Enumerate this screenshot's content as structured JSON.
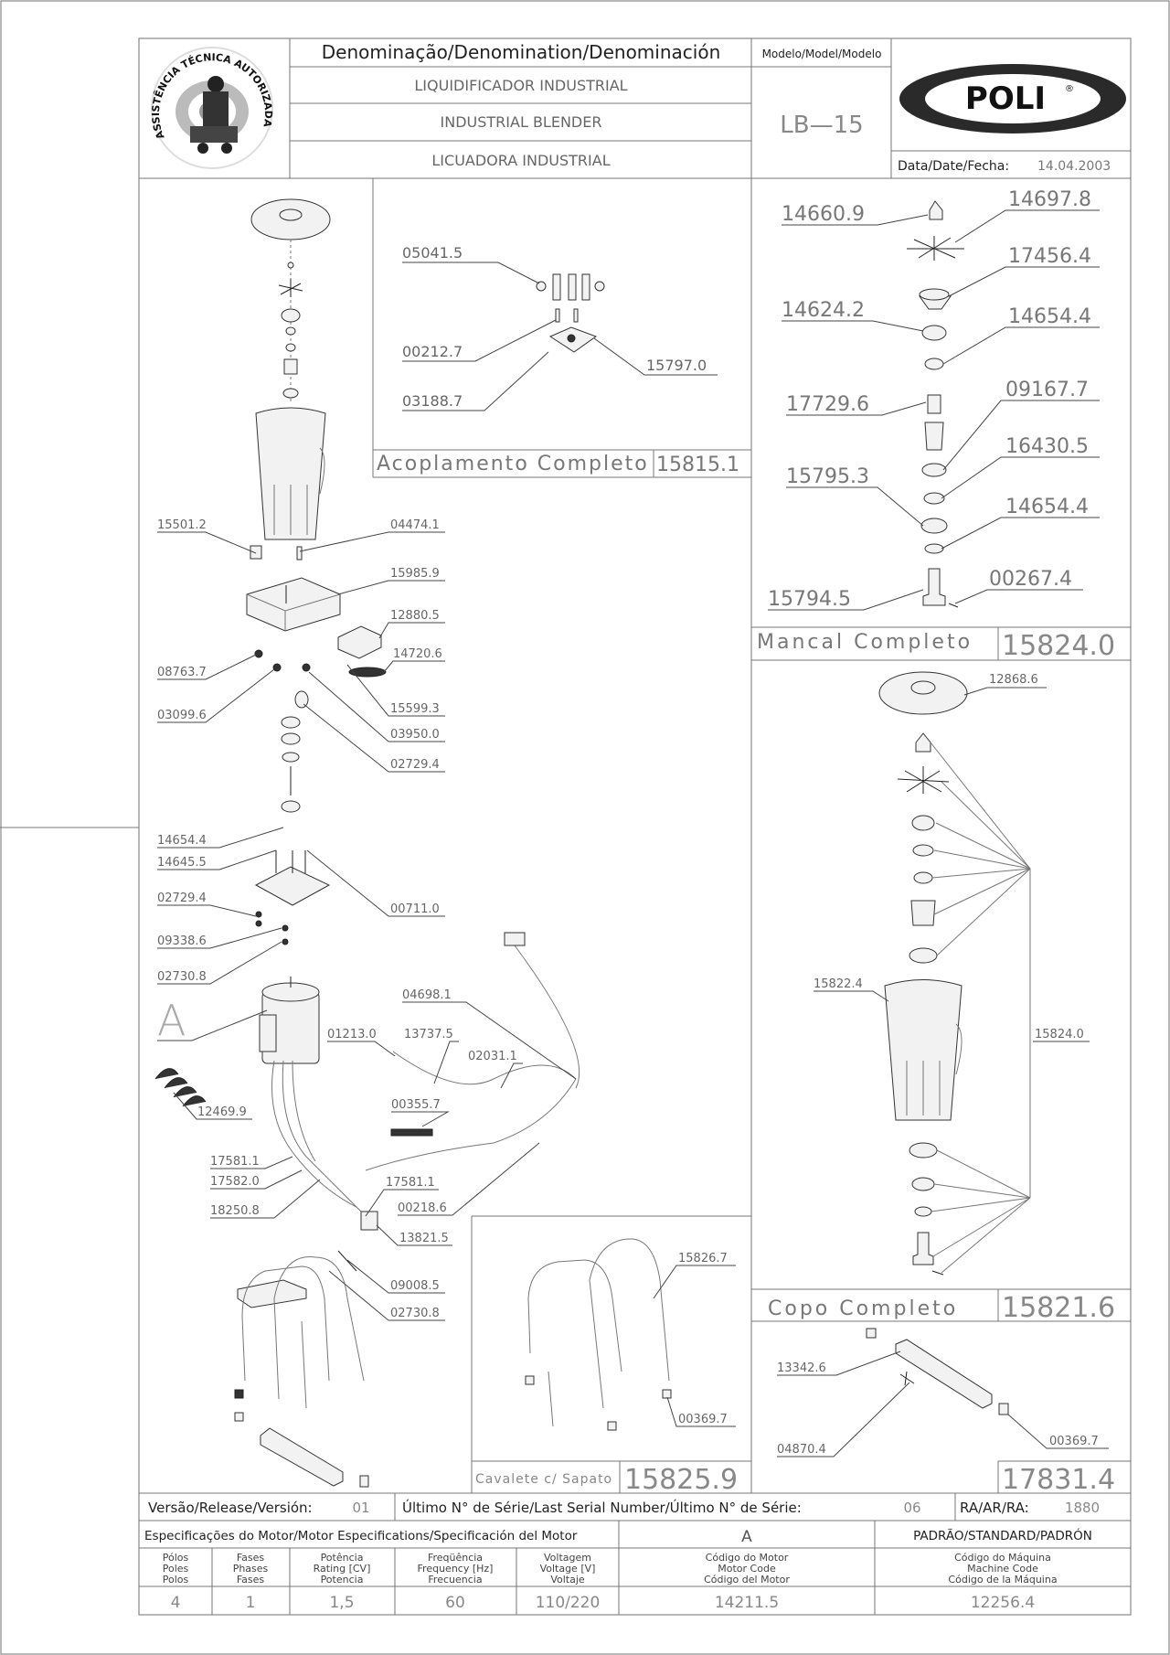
{
  "header": {
    "denomination_title": "Denominação/Denomination/Denominación",
    "model_title": "Modelo/Model/Modelo",
    "name_pt": "LIQUIDIFICADOR INDUSTRIAL",
    "name_en": "INDUSTRIAL BLENDER",
    "name_es": "LICUADORA INDUSTRIAL",
    "model": "LB—15",
    "brand": "POLI",
    "brand_mark": "®",
    "date_label": "Data/Date/Fecha:",
    "date": "14.04.2003",
    "seal_text": "ASSISTÊNCIA TÉCNICA AUTORIZADA"
  },
  "assemblies": {
    "coupling": {
      "title": "Acoplamento Completo",
      "code": "15815.1"
    },
    "bearing": {
      "title": "Mancal Completo",
      "code": "15824.0"
    },
    "cup": {
      "title": "Copo Completo",
      "code": "15821.6"
    },
    "stand": {
      "title": "Cavalete c/ Sapato",
      "code": "15825.9"
    },
    "base": {
      "code": "17831.4"
    }
  },
  "labels": {
    "coupling": [
      "05041.5",
      "00212.7",
      "03188.7",
      "15797.0"
    ],
    "bearing": [
      "14660.9",
      "14697.8",
      "17456.4",
      "14624.2",
      "14654.4",
      "17729.6",
      "09167.7",
      "16430.5",
      "15795.3",
      "14654.4",
      "15794.5",
      "00267.4"
    ],
    "main": [
      "15501.2",
      "04474.1",
      "15985.9",
      "12880.5",
      "14720.6",
      "08763.7",
      "03099.6",
      "15599.3",
      "03950.0",
      "02729.4",
      "14654.4",
      "14645.5",
      "00711.0",
      "02729.4",
      "09338.6",
      "02730.8",
      "A",
      "04698.1",
      "01213.0",
      "13737.5",
      "02031.1",
      "12469.9",
      "00355.7",
      "17581.1",
      "17582.0",
      "18250.8",
      "17581.1",
      "00218.6",
      "13821.5",
      "09008.5",
      "02730.8"
    ],
    "cup": [
      "12868.6",
      "15822.4",
      "15824.0"
    ],
    "stand": [
      "15826.7",
      "00369.7"
    ],
    "base": [
      "13342.6",
      "04870.4",
      "00369.7"
    ]
  },
  "footer": {
    "version_label": "Versão/Release/Versión:",
    "version": "01",
    "serial_label": "Último N° de Série/Last Serial Number/Último N° de Série:",
    "serial": "06",
    "ra_label": "RA/AR/RA:",
    "ra": "1880",
    "motor_spec_title": "Especificações do Motor/Motor Especifications/Specificación del Motor",
    "motor_letter": "A",
    "standard_title": "PADRÃO/STANDARD/PADRÓN",
    "col_poles": [
      "Pólos",
      "Poles",
      "Polos"
    ],
    "col_phases": [
      "Fases",
      "Phases",
      "Fases"
    ],
    "col_power": [
      "Potência",
      "Rating [CV]",
      "Potencia"
    ],
    "col_freq": [
      "Freqüência",
      "Frequency [Hz]",
      "Frecuencia"
    ],
    "col_voltage": [
      "Voltagem",
      "Voltage [V]",
      "Voltaje"
    ],
    "col_motor_code": [
      "Código do Motor",
      "Motor Code",
      "Código del Motor"
    ],
    "col_machine_code": [
      "Código do Máquina",
      "Machine Code",
      "Código de la Máquina"
    ],
    "poles": "4",
    "phases": "1",
    "power": "1,5",
    "frequency": "60",
    "voltage": "110/220",
    "motor_code": "14211.5",
    "machine_code": "12256.4"
  }
}
